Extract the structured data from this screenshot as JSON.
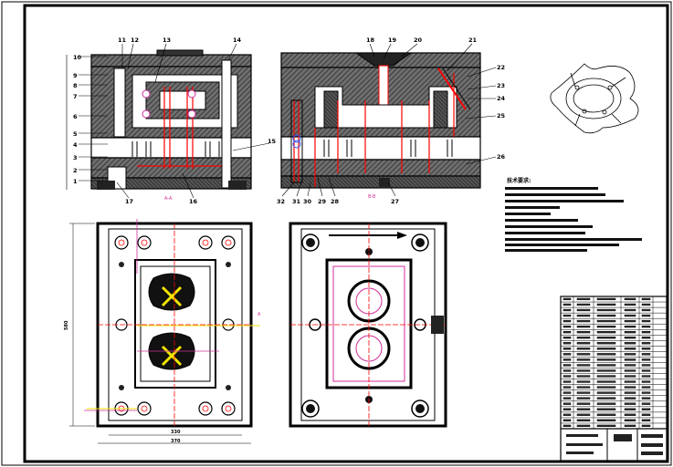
{
  "callouts_left_top": [
    "11",
    "12",
    "13",
    "14"
  ],
  "callouts_left_side": [
    "10",
    "9",
    "8",
    "7",
    "6",
    "5",
    "4",
    "3",
    "2",
    "1"
  ],
  "callouts_left_bottom": [
    "17",
    "16"
  ],
  "callouts_right_top": [
    "18",
    "19",
    "20",
    "21"
  ],
  "callouts_right_side": [
    "22",
    "23",
    "24",
    "25",
    "26"
  ],
  "callouts_right_bottom": [
    "32",
    "31",
    "30",
    "29",
    "28",
    "27"
  ],
  "callout_15": "15",
  "section_marks": {
    "a": "A-A",
    "b": "B-B"
  },
  "plan_label": "A",
  "technical_requirements_title": "技术要求:",
  "dimensions": {
    "width": "370",
    "height": "580",
    "inner": "330"
  },
  "colors": {
    "line": "#000000",
    "red": "#ff0000",
    "magenta": "#d0309a",
    "yellow": "#f2e600",
    "blue": "#2a55ff"
  }
}
